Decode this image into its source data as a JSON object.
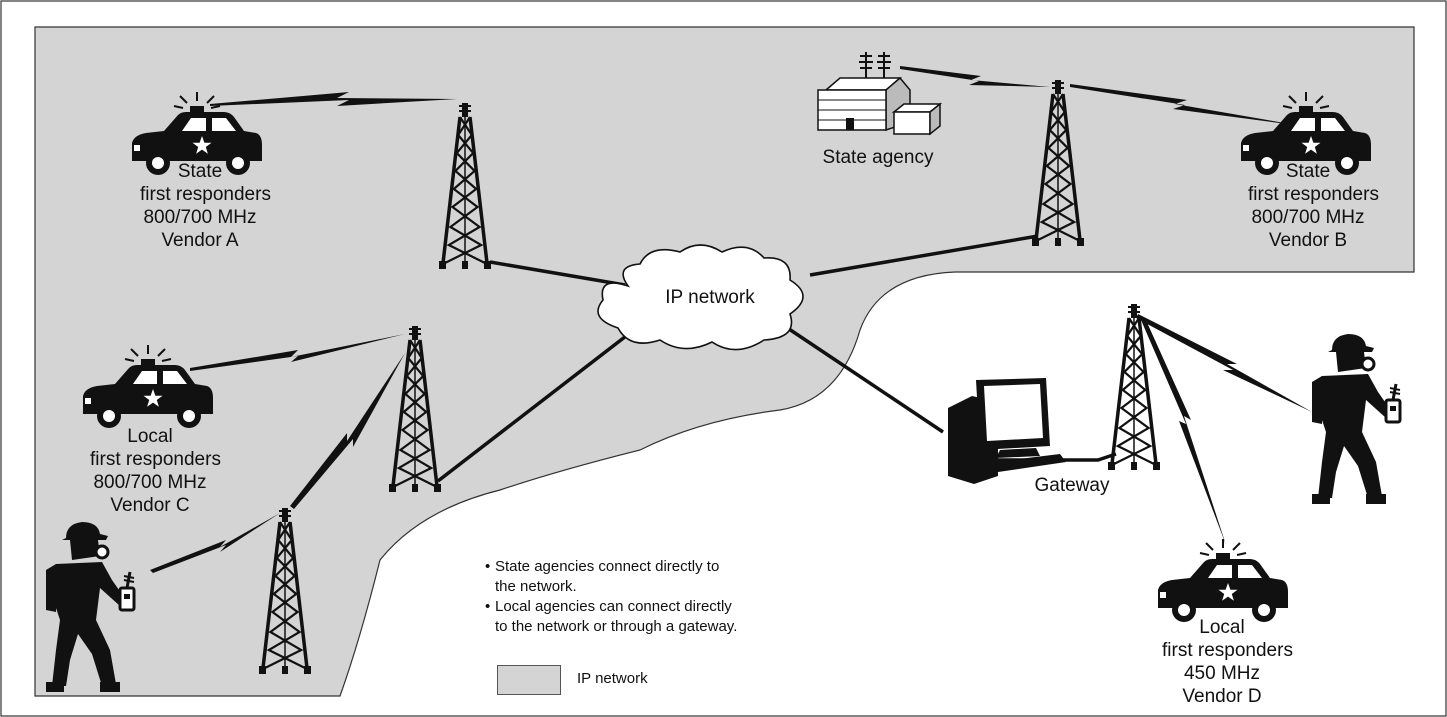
{
  "diagram": {
    "cloud_label": "IP network",
    "gateway_label": "Gateway",
    "state_agency_label": "State agency",
    "groups": {
      "state_a": [
        "State",
        "first responders",
        "800/700 MHz",
        "Vendor A"
      ],
      "state_b": [
        "State",
        "first responders",
        "800/700 MHz",
        "Vendor B"
      ],
      "local_c": [
        "Local",
        "first responders",
        "800/700 MHz",
        "Vendor C"
      ],
      "local_d": [
        "Local",
        "first responders",
        "450 MHz",
        "Vendor D"
      ]
    },
    "notes": {
      "note1_line1": "State agencies connect directly to",
      "note1_line2": "the network.",
      "note2_line1": "Local agencies can connect directly",
      "note2_line2": "to the network or through a gateway."
    },
    "legend": {
      "label": "IP network",
      "color": "#d4d4d4"
    },
    "colors": {
      "ink": "#111111",
      "region_fill": "#d4d4d4",
      "background": "#ffffff"
    },
    "icons": [
      "police-car-icon",
      "radio-tower-icon",
      "firefighter-icon",
      "cloud-icon",
      "building-icon",
      "computer-icon",
      "lightning-link-icon"
    ]
  }
}
